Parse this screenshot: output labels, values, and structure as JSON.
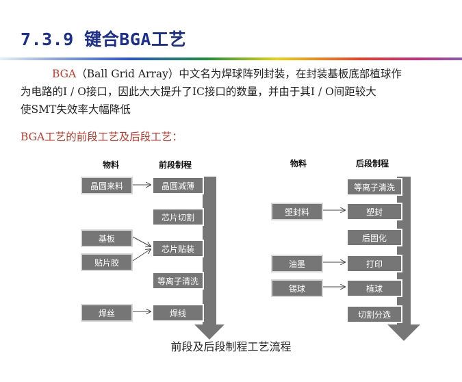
{
  "slide": {
    "title": "7.3.9 键合BGA工艺",
    "intro": {
      "line1_highlight": "BGA",
      "line1_rest": "（Ball Grid Array）中文名为焊球阵列封装，在封装基板底部植球作",
      "line2": "为电路的I / O接口，因此大大提升了IC接口的数量，并由于其I / O间距较大",
      "line3": "使SMT失效率大幅降低"
    },
    "subtitle": "BGA工艺的前段工艺及后段工艺：",
    "caption": "前段及后段制程工艺流程"
  },
  "front": {
    "materials_header": "物料",
    "process_header": "前段制程",
    "materials": [
      "晶圆来料",
      "基板",
      "贴片胶",
      "焊丝"
    ],
    "steps": [
      "晶圆减薄",
      "芯片切割",
      "芯片贴装",
      "等离子清洗",
      "焊线"
    ]
  },
  "back": {
    "materials_header": "物料",
    "process_header": "后段制程",
    "materials": [
      "塑封料",
      "油墨",
      "锡球"
    ],
    "steps": [
      "等离子清洗",
      "塑封",
      "后固化",
      "打印",
      "植球",
      "切割分选"
    ]
  },
  "colors": {
    "title": "#1c2f8c",
    "highlight": "#c0392b",
    "box": "#767676",
    "column": "#767676"
  }
}
